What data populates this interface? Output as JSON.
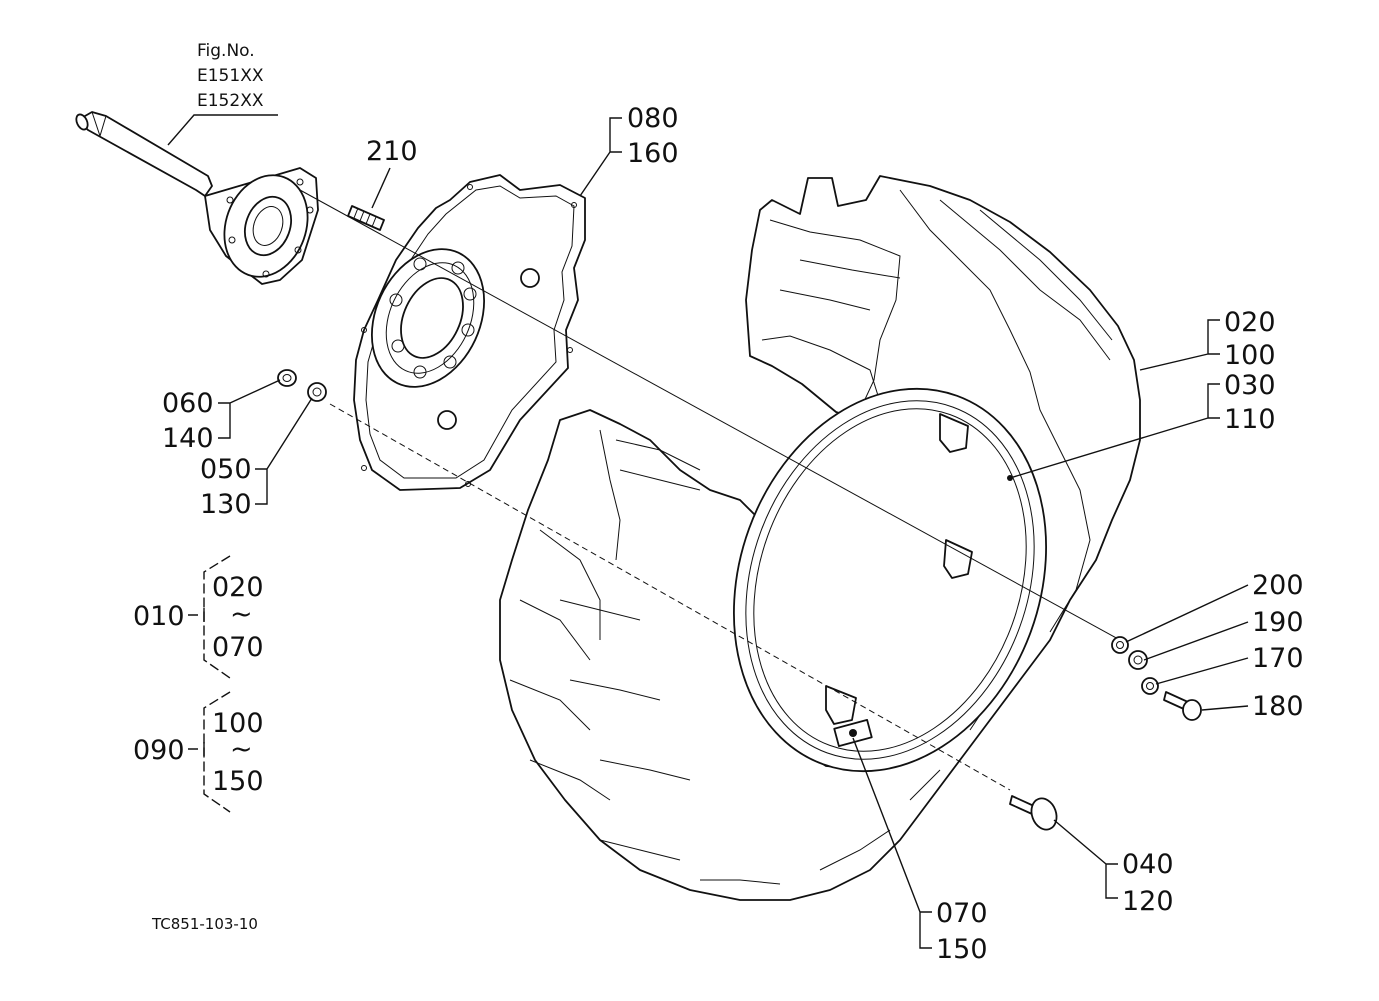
{
  "figure": {
    "fig_no_label": "Fig.No.",
    "fig_codes": [
      "E151XX",
      "E152XX"
    ],
    "drawing_code": "TC851-103-10"
  },
  "callouts": {
    "c080": "080",
    "c160": "160",
    "c210": "210",
    "c020": "020",
    "c100": "100",
    "c030": "030",
    "c110": "110",
    "c060": "060",
    "c140": "140",
    "c050": "050",
    "c130": "130",
    "c200": "200",
    "c190": "190",
    "c170": "170",
    "c180": "180",
    "c040": "040",
    "c120": "120",
    "c070": "070",
    "c150": "150"
  },
  "groups": {
    "g010": {
      "id": "010",
      "from": "020",
      "sep": "~",
      "to": "070"
    },
    "g090": {
      "id": "090",
      "from": "100",
      "sep": "~",
      "to": "150"
    }
  }
}
